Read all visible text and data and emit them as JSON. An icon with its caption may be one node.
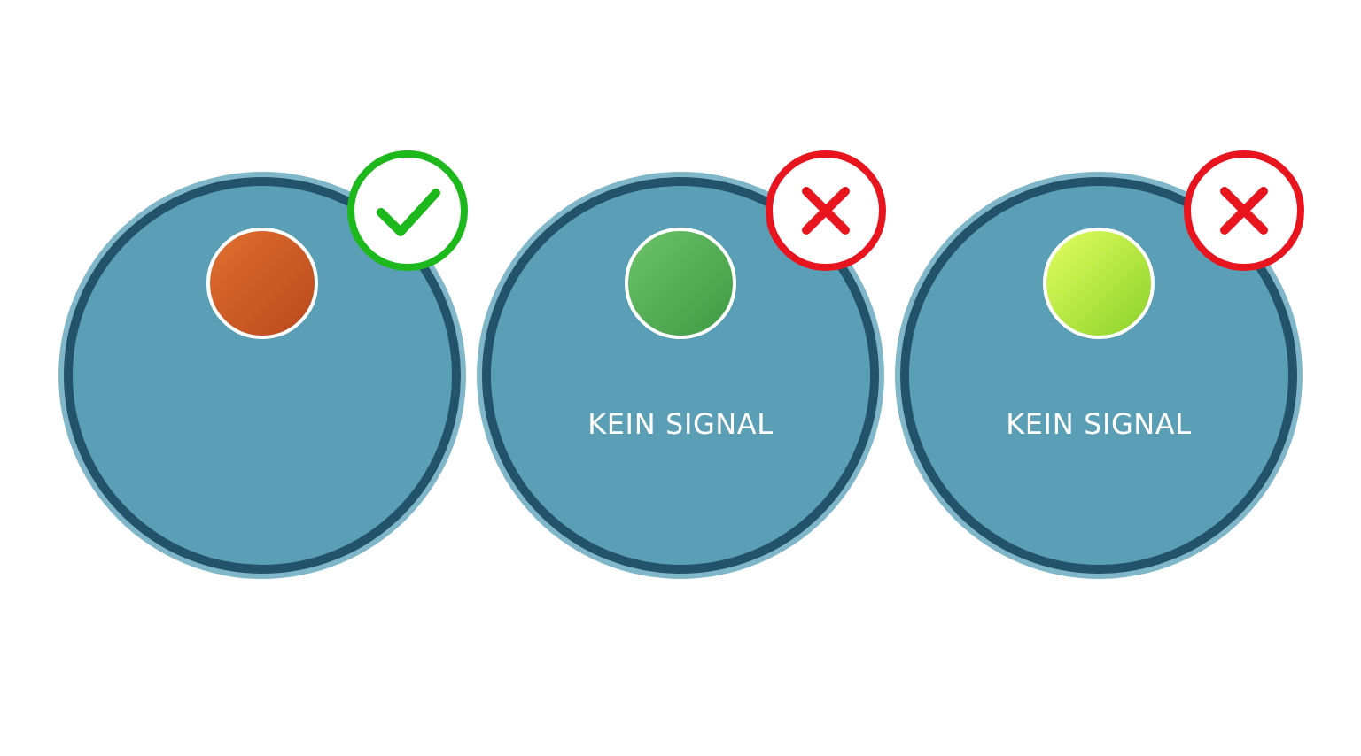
{
  "diagram": {
    "nodes": [
      {
        "text": [],
        "shape": "circle"
      },
      {
        "text": [
          "KEIN SIGNAL"
        ]
      },
      {
        "text": [
          "KEIN SIGNAL"
        ]
      }
    ]
  }
}
